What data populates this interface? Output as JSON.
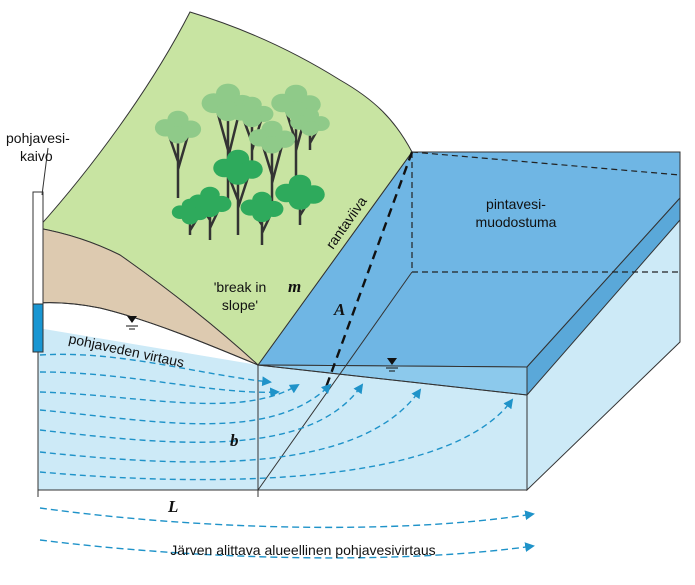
{
  "labels": {
    "well_line1": "pohjavesi-",
    "well_line2": "kaivo",
    "lake_line1": "pintavesi-",
    "lake_line2": "muodostuma",
    "shoreline": "rantaviiva",
    "break_line1": "'break in",
    "break_line2": "slope'",
    "groundwater_flow": "pohjaveden virtaus",
    "regional_flow": "Järven alittava alueellinen pohjavesivirtaus"
  },
  "symbols": {
    "m": "m",
    "A": "A",
    "b": "b",
    "L": "L"
  },
  "colors": {
    "hill_green": "#c8e4a2",
    "soil_tan": "#ddcab0",
    "aquifer_blue": "#cdeaf7",
    "lake_surface": "#6fb6e4",
    "lake_side": "#8cc9ec",
    "flow_arrow": "#1f93c9",
    "well_screen": "#1996d2",
    "tree_light": "#8fca89",
    "tree_dark": "#2eaa5c"
  }
}
